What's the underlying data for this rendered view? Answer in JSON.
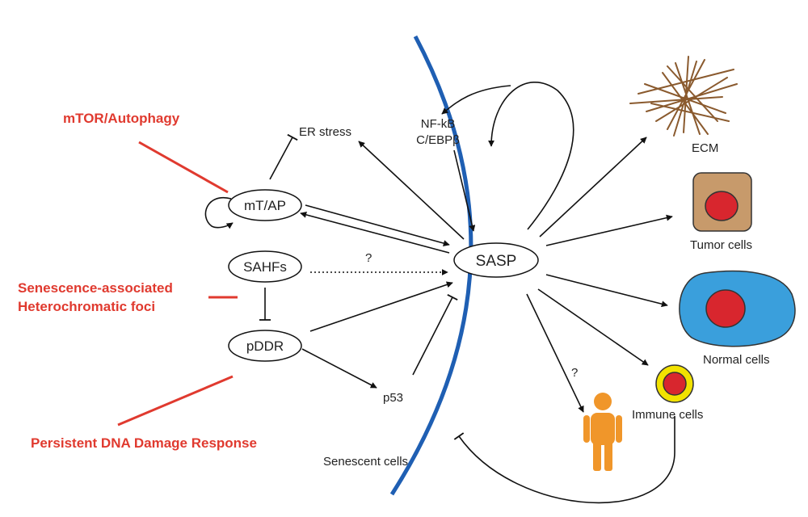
{
  "annotations": {
    "mtor": "mTOR/Autophagy",
    "sahf_line1": "Senescence-associated",
    "sahf_line2": "Heterochromatic foci",
    "pddr": "Persistent DNA Damage Response"
  },
  "nodes": {
    "mtap": "mT/AP",
    "sahfs": "SAHFs",
    "pddr": "pDDR",
    "sasp": "SASP"
  },
  "labels": {
    "er_stress": "ER stress",
    "nfkb": "NF-kB",
    "cebp": "C/EBPβ",
    "question_sahf": "?",
    "p53": "p53",
    "senescent_cells": "Senescent cells",
    "question_person": "?"
  },
  "targets": {
    "ecm": "ECM",
    "tumor": "Tumor cells",
    "normal": "Normal cells",
    "immune": "Immune cells"
  },
  "colors": {
    "annotation": "#e03a2f",
    "membrane": "#1f5fb3",
    "ecm_fiber": "#8a5a2e",
    "tumor_cell": "#c79a6b",
    "normal_cell": "#3a9fdc",
    "nucleus": "#d8262e",
    "immune_ring": "#f2e200",
    "person": "#f0962a"
  }
}
